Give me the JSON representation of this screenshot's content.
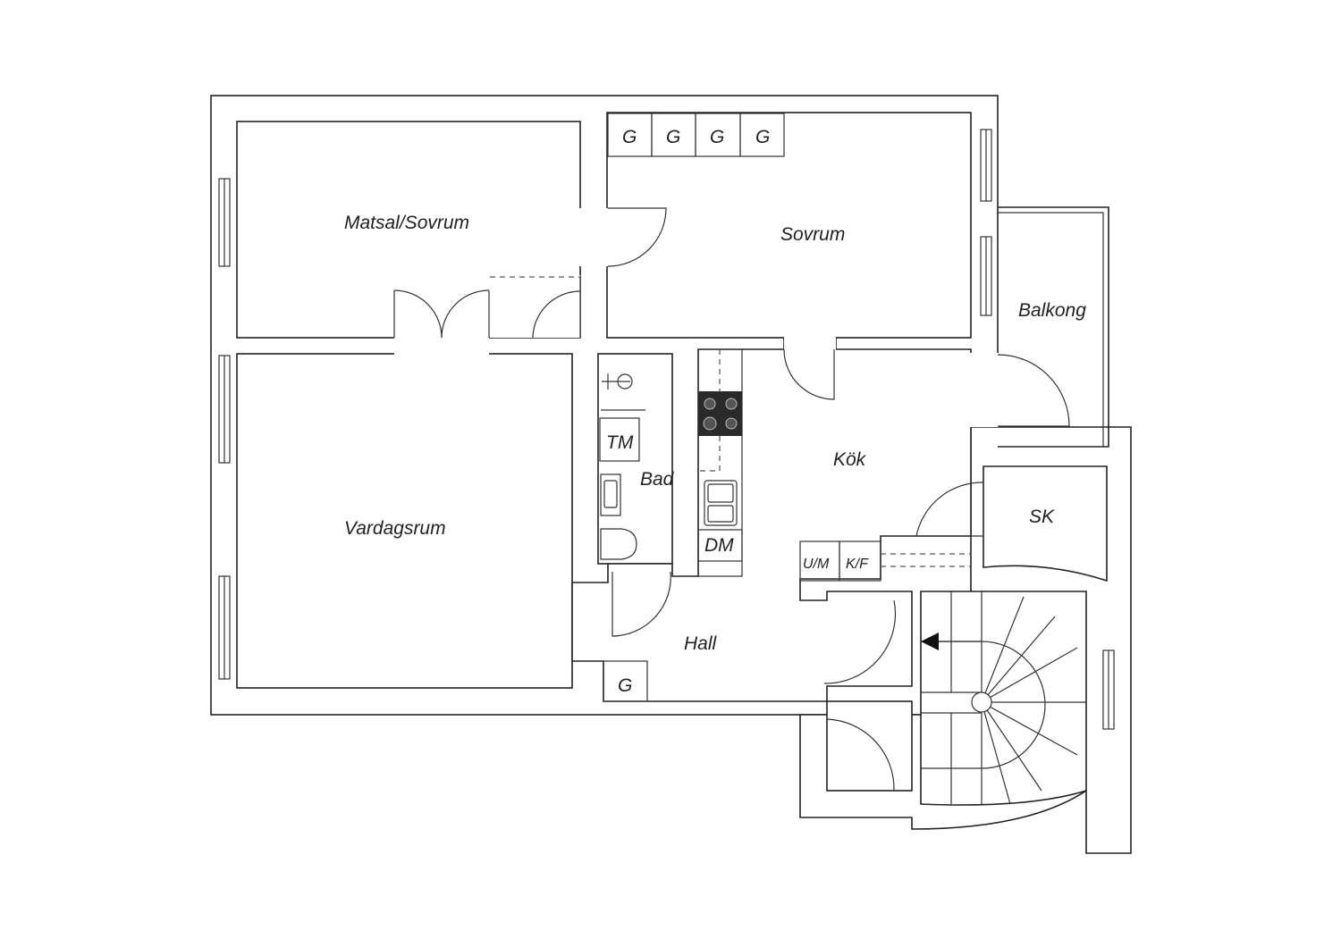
{
  "plan": {
    "rooms": {
      "matsal": "Matsal/Sovrum",
      "sovrum": "Sovrum",
      "balkong": "Balkong",
      "vardagsrum": "Vardagsrum",
      "bad": "Bad",
      "kok": "Kök",
      "sk": "SK",
      "hall": "Hall"
    },
    "fixtures": {
      "garderob": "G",
      "tm": "TM",
      "dm": "DM",
      "um": "U/M",
      "kf": "K/F"
    }
  }
}
